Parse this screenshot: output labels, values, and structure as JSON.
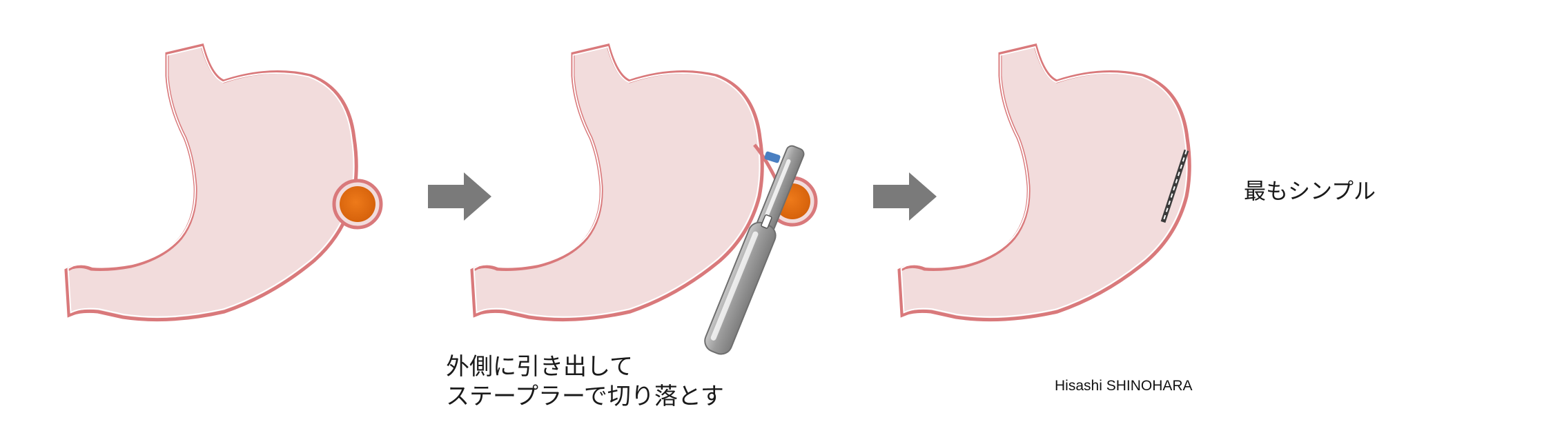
{
  "caption_step2": {
    "line1": "外側に引き出して",
    "line2": "ステープラーで切り落とす"
  },
  "caption_step3": "最もシンプル",
  "author": "Hisashi SHINOHARA",
  "colors": {
    "stomach_fill": "#f2dcdc",
    "stomach_wall": "#d9797b",
    "lumen_fill": "#efdada",
    "tumor": "#e46c0a",
    "arrow": "#7a7a7a",
    "stapler": "#a6a6a6",
    "staple_line": "#3b3b3b"
  },
  "icons": {
    "tumor": "tumor-icon",
    "stapler": "stapler-icon",
    "arrow": "arrow-right-icon"
  }
}
